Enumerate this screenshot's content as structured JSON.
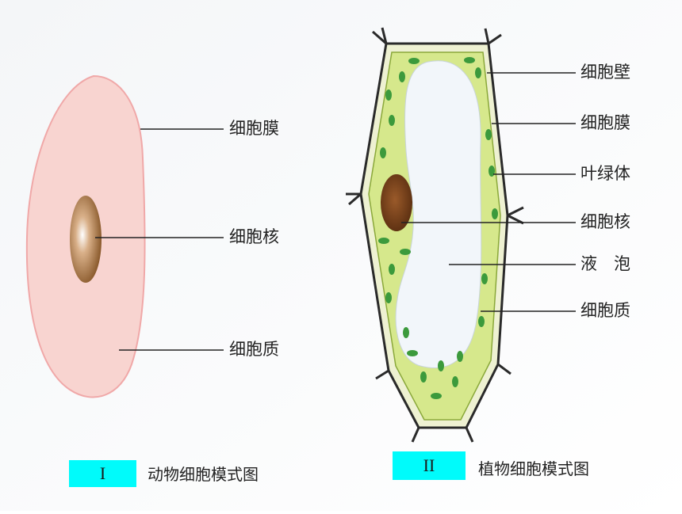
{
  "animal_cell": {
    "labels": {
      "membrane": "细胞膜",
      "nucleus": "细胞核",
      "cytoplasm": "细胞质"
    },
    "badge": "I",
    "caption": "动物细胞模式图"
  },
  "plant_cell": {
    "labels": {
      "wall": "细胞壁",
      "membrane": "细胞膜",
      "chloroplast": "叶绿体",
      "nucleus": "细胞核",
      "vacuole": "液　泡",
      "cytoplasm": "细胞质"
    },
    "badge": "II",
    "caption": "植物细胞模式图"
  },
  "colors": {
    "animal_cytoplasm": "#f8d4d0",
    "animal_edge": "#f0a8a8",
    "nucleus": "#8a5a2c",
    "plant_cytoplasm": "#d6e88c",
    "plant_wall": "#b8cc60",
    "chloroplast": "#3c9a3c",
    "vacuole": "#f2f6fa",
    "badge": "#00fbfb"
  }
}
